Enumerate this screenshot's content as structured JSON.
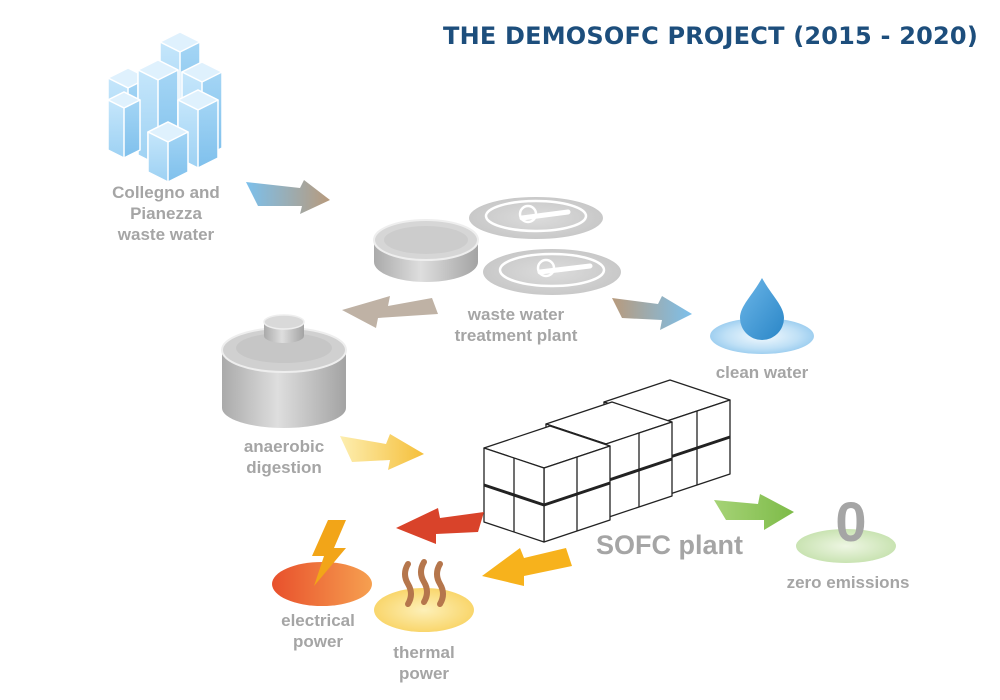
{
  "title": "THE DEMOSOFC PROJECT (2015 - 2020)",
  "nodes": {
    "city": {
      "line1": "Collegno and",
      "line2": "Pianezza",
      "line3": "waste water"
    },
    "treatment": {
      "line1": "waste water",
      "line2": "treatment plant"
    },
    "clean_water": {
      "label": "clean water"
    },
    "digestion": {
      "line1": "anaerobic",
      "line2": "digestion"
    },
    "sofc": {
      "label": "SOFC plant"
    },
    "zero": {
      "digit": "0",
      "label": "zero emissions"
    },
    "electrical": {
      "line1": "electrical",
      "line2": "power"
    },
    "thermal": {
      "line1": "thermal",
      "line2": "power"
    }
  },
  "colors": {
    "title": "#1d4e7c",
    "label": "#a5a5a5",
    "arrow_water_start": "#7cc0ec",
    "arrow_water_end": "#b89a7c",
    "arrow_sludge": "#bfb2a5",
    "arrow_biogas_start": "#fde8a0",
    "arrow_biogas_end": "#f5bf3a",
    "arrow_emission": "#8fc45a",
    "arrow_electric": "#d9432a",
    "arrow_thermal": "#f7b21c"
  }
}
